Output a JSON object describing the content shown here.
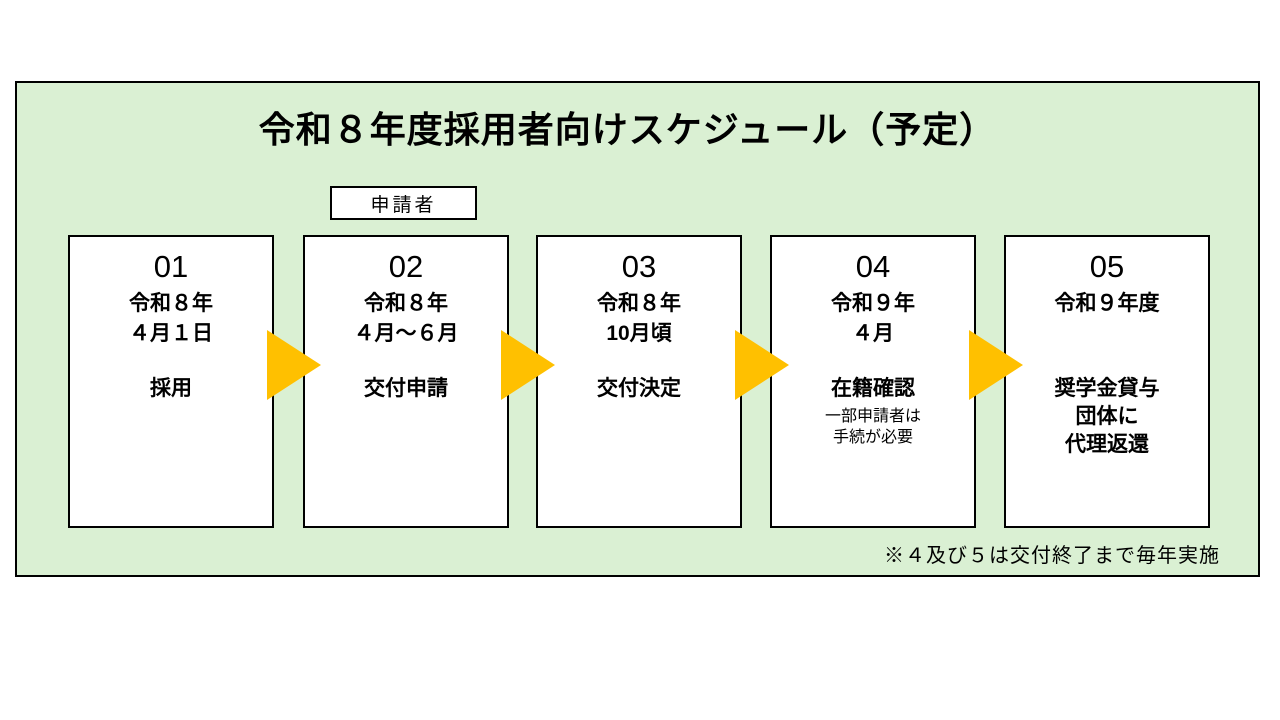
{
  "title": "令和８年度採用者向けスケジュール（予定）",
  "applicant_label": "申請者",
  "steps": [
    {
      "number": "01",
      "date": "令和８年\n４月１日",
      "action": "採用",
      "note": ""
    },
    {
      "number": "02",
      "date": "令和８年\n４月～６月",
      "action": "交付申請",
      "note": ""
    },
    {
      "number": "03",
      "date": "令和８年\n10月頃",
      "action": "交付決定",
      "note": ""
    },
    {
      "number": "04",
      "date": "令和９年\n４月",
      "action": "在籍確認",
      "note": "一部申請者は\n手続が必要"
    },
    {
      "number": "05",
      "date": "令和９年度",
      "action": "奨学金貸与\n団体に\n代理返還",
      "note": ""
    }
  ],
  "footnote": "※４及び５は交付終了まで毎年実施",
  "colors": {
    "panel_bg": "#DAF0D3",
    "arrow": "#FFC000",
    "border": "#000000"
  }
}
